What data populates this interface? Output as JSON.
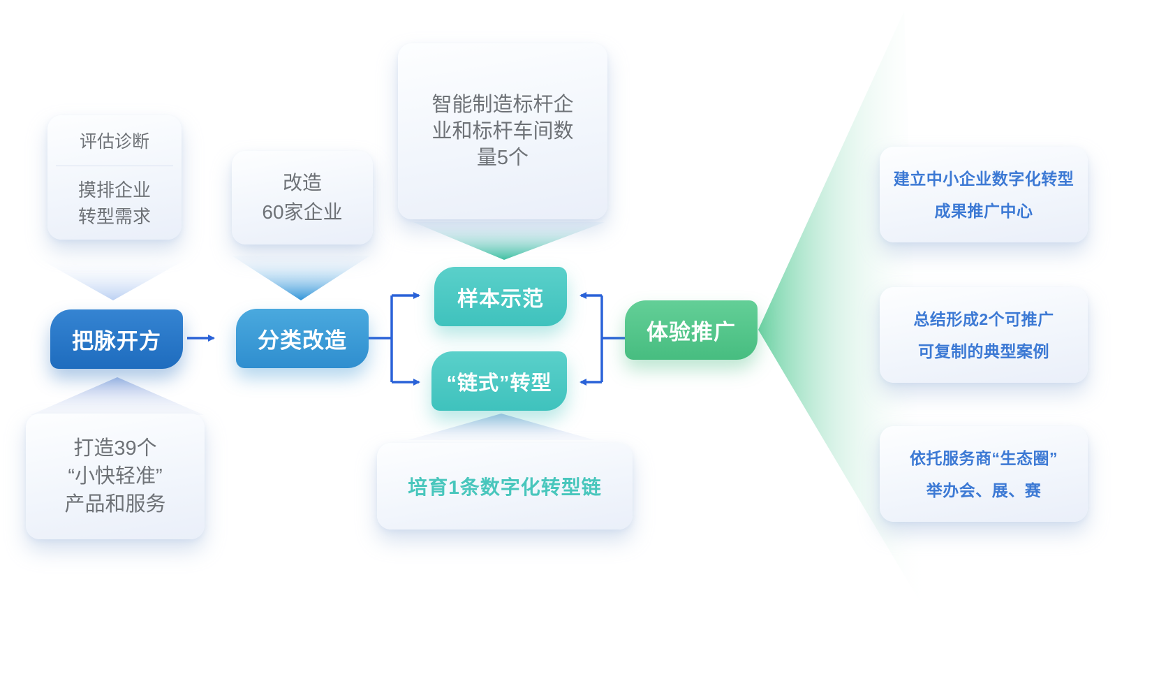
{
  "palette": {
    "flow_blue_dark": "#2273c7",
    "flow_blue_light": "#3e9dd9",
    "flow_teal": "#4fcbc6",
    "flow_green": "#55c68c",
    "connector_blue": "#2a62d8",
    "light_box_text": "#6e7277",
    "right_box_text": "#3c79d4",
    "chain_text": "#48c6bc",
    "beam_green": "#66d0a0"
  },
  "nodes": {
    "eval": {
      "title": "评估诊断",
      "lines": [
        "摸排企业",
        "转型需求"
      ]
    },
    "transform": {
      "lines": [
        "改造",
        "60家企业"
      ]
    },
    "benchmark": {
      "text": "智能制造标杆企业和标杆车间数量5个"
    },
    "flow1": {
      "label": "把脉开方"
    },
    "flow2": {
      "label": "分类改造"
    },
    "flow3": {
      "label": "样本示范"
    },
    "flow4": {
      "label": "“链式”转型"
    },
    "flow5": {
      "label": "体验推广"
    },
    "products": {
      "lines": [
        "打造39个",
        "“小快轻准”",
        "产品和服务"
      ]
    },
    "chain": {
      "label": "培育1条数字化转型链"
    },
    "right1": {
      "lines": [
        "建立中小企业数字化转型",
        "成果推广中心"
      ]
    },
    "right2": {
      "lines": [
        "总结形成2个可推广",
        "可复制的典型案例"
      ]
    },
    "right3": {
      "lines": [
        "依托服务商“生态圈”",
        "举办会、展、赛"
      ]
    }
  }
}
